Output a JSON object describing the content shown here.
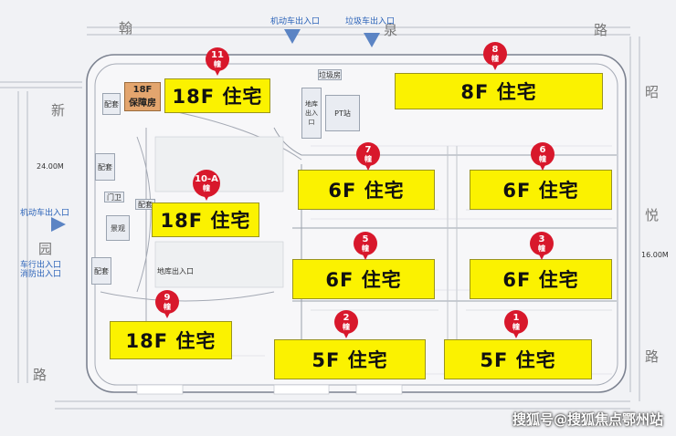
{
  "roads": {
    "top_left": "翰",
    "top_right": "泉",
    "top_far_right": "路",
    "right_top": "昭",
    "right_mid": "悦",
    "right_bottom": "路",
    "left_top": "新",
    "left_mid": "园",
    "left_bottom": "路"
  },
  "entrances": {
    "top_vehicle": "机动车出入口",
    "top_garbage": "垃圾车出入口",
    "left_vehicle": "机动车出入口",
    "left_fire": "车行出入口\n消防出入口"
  },
  "buildings": [
    {
      "id": "11",
      "unit": "幢",
      "label": "18F 住宅"
    },
    {
      "id": "8",
      "unit": "幢",
      "label": "8F 住宅"
    },
    {
      "id": "7",
      "unit": "幢",
      "label": "6F 住宅"
    },
    {
      "id": "6",
      "unit": "幢",
      "label": "6F 住宅"
    },
    {
      "id": "10-A",
      "unit": "幢",
      "label": "18F 住宅"
    },
    {
      "id": "5",
      "unit": "幢",
      "label": "6F 住宅"
    },
    {
      "id": "3",
      "unit": "幢",
      "label": "6F 住宅"
    },
    {
      "id": "9",
      "unit": "幢",
      "label": "18F 住宅"
    },
    {
      "id": "2",
      "unit": "幢",
      "label": "5F 住宅"
    },
    {
      "id": "1",
      "unit": "幢",
      "label": "5F 住宅"
    }
  ],
  "facilities": {
    "affordable_floor": "18F",
    "affordable_label": "保障房",
    "garbage_room": "垃圾房",
    "garage_entrance": "地库出入口",
    "pt_station": "PT站",
    "garage_entrance_2": "地库出入口",
    "distribution_1": "配套",
    "distribution_2": "配套",
    "distribution_3": "配套",
    "distribution_4": "配套",
    "gate": "门卫",
    "landscape": "景观"
  },
  "dimensions": {
    "left_width": "24.00M",
    "right_width": "16.00M"
  },
  "watermark": "搜狐号@搜狐焦点鄂州站"
}
